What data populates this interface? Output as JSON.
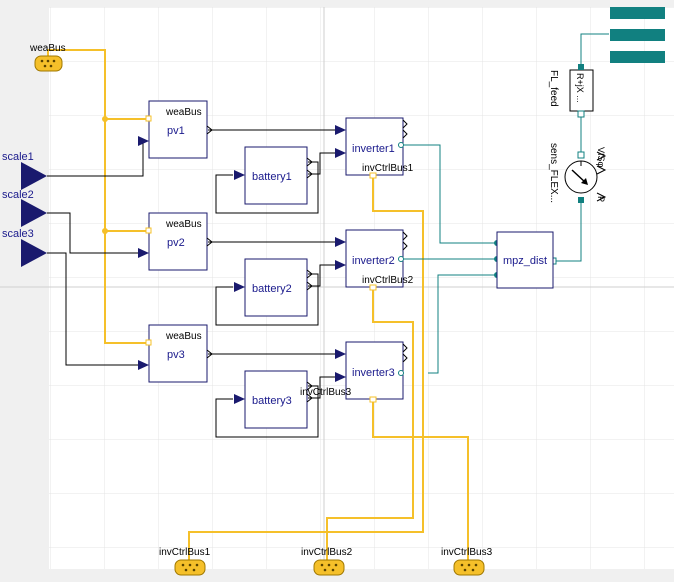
{
  "colors": {
    "signal": "#1a1a6e",
    "bus": "#f5c02a",
    "electric": "#118080",
    "label": "#1a1a8c"
  },
  "inputs": {
    "weaBus": "weaBus",
    "scale1": "scale1",
    "scale2": "scale2",
    "scale3": "scale3"
  },
  "blocks": {
    "pv1": {
      "name": "pv1",
      "bus": "weaBus"
    },
    "pv2": {
      "name": "pv2",
      "bus": "weaBus"
    },
    "pv3": {
      "name": "pv3",
      "bus": "weaBus"
    },
    "battery1": "battery1",
    "battery2": "battery2",
    "battery3": "battery3",
    "inverter1": {
      "name": "inverter1",
      "bus": "invCtrlBus1"
    },
    "inverter2": {
      "name": "inverter2",
      "bus": "invCtrlBus2"
    },
    "inverter3": {
      "name": "inverter3",
      "bus": "invCtrlBus3"
    },
    "mpz_dist": "mpz_dist",
    "feeder": {
      "name": "FL_feed",
      "symbol": "R+jX ..."
    },
    "sensor": {
      "name": "sens_FLEX...",
      "outputs": "VISφ",
      "extra": "P"
    }
  },
  "outputs": {
    "invCtrlBus1": "invCtrlBus1",
    "invCtrlBus2": "invCtrlBus2",
    "invCtrlBus3": "invCtrlBus3"
  },
  "icons": {
    "connector": "bus-connector-icon",
    "terminal": "grid-terminal-icon"
  }
}
